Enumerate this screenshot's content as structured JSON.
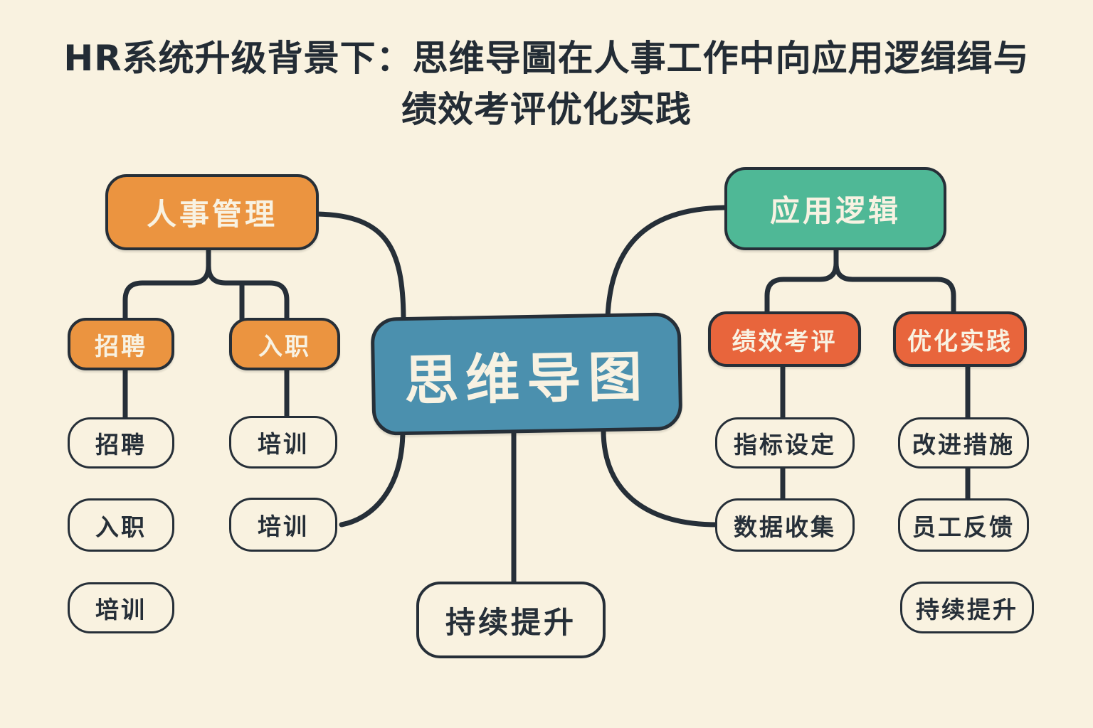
{
  "title": {
    "line1": "HR系统升级背景下：思维导圖在人事工作中向应用逻缉缉与",
    "line2": "绩效考评优化实践"
  },
  "colors": {
    "background": "#f9f2e0",
    "ink": "#262f38",
    "orange": "#eb9440",
    "red_orange": "#e8653c",
    "teal": "#4fb896",
    "blue": "#4b90ae",
    "node_text": "#f8f2e2"
  },
  "nodes": {
    "center": "思维导图",
    "hr_management": "人事管理",
    "recruiting_branch": "招聘",
    "onboarding_branch": "入职",
    "leaf_recruiting": "招聘",
    "leaf_onboarding": "入职",
    "leaf_training_a": "培训",
    "leaf_training_b": "培训",
    "leaf_training_c": "培训",
    "application_logic": "应用逻辑",
    "performance_review": "绩效考评",
    "optimization_practice": "优化实践",
    "leaf_metric_setting": "指标设定",
    "leaf_data_collection": "数据收集",
    "leaf_improvement_measures": "改进措施",
    "leaf_employee_feedback": "员工反馈",
    "leaf_continuous_improvement": "持续提升",
    "bottom_continuous_improvement": "持续提升"
  }
}
